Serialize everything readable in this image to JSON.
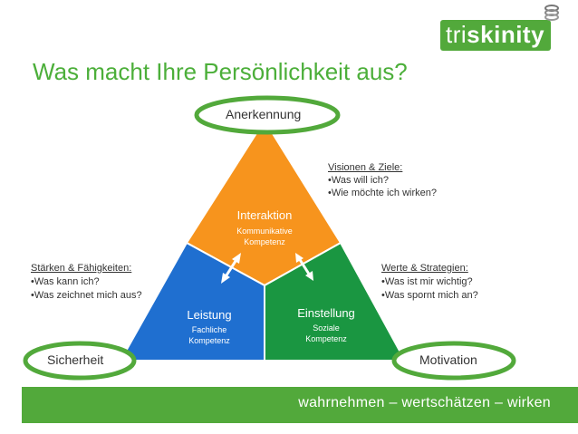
{
  "title": "Was macht Ihre Persönlichkeit aus?",
  "logo": {
    "prefix": "tri",
    "main": "skinity"
  },
  "pyramid": {
    "top_label": "Anerkennung",
    "left_label": "Sicherheit",
    "right_label": "Motivation",
    "segments": [
      {
        "name": "Interaktion",
        "sub": [
          "Kommunikative",
          "Kompetenz"
        ],
        "color": "#f7941d"
      },
      {
        "name": "Leistung",
        "sub": [
          "Fachliche",
          "Kompetenz"
        ],
        "color": "#1f6fd0"
      },
      {
        "name": "Einstellung",
        "sub": [
          "Soziale",
          "Kompetenz"
        ],
        "color": "#1a9641"
      }
    ],
    "ring_color": "#52a93b"
  },
  "annotations": {
    "visionen": {
      "heading": "Visionen & Ziele:",
      "lines": [
        "•Was will ich?",
        "•Wie möchte ich wirken?"
      ]
    },
    "staerken": {
      "heading": "Stärken & Fähigkeiten:",
      "lines": [
        "•Was kann ich?",
        "•Was zeichnet mich aus?"
      ]
    },
    "werte": {
      "heading": "Werte & Strategien:",
      "lines": [
        "•Was ist mir wichtig?",
        "•Was spornt mich an?"
      ]
    }
  },
  "footer": {
    "tagline": "wahrnehmen – wertschätzen – wirken"
  }
}
